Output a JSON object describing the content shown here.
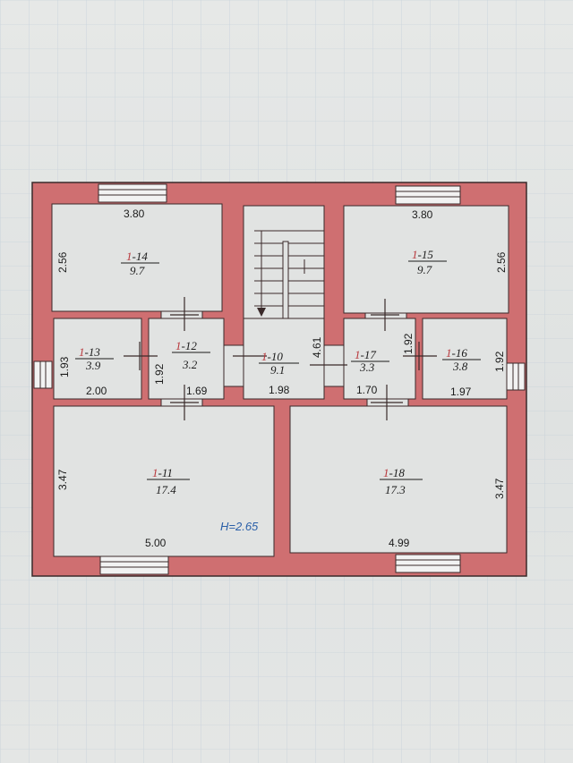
{
  "colors": {
    "wall": "#cf6f71",
    "wall_edge": "#3a2a2a",
    "room_fill": "#e1e3e2",
    "room_number": "#b8373c",
    "text": "#1b1b1b",
    "height_label": "#2a5fa8",
    "window": "#f2f2f2"
  },
  "rooms": [
    {
      "id": "r14",
      "floor": "1",
      "number": "-14",
      "area": "9.7"
    },
    {
      "id": "r15",
      "floor": "1",
      "number": "-15",
      "area": "9.7"
    },
    {
      "id": "r13",
      "floor": "1",
      "number": "-13",
      "area": "3.9"
    },
    {
      "id": "r12",
      "floor": "1",
      "number": "-12",
      "area": "3.2"
    },
    {
      "id": "r10",
      "floor": "1",
      "number": "-10",
      "area": "9.1"
    },
    {
      "id": "r17",
      "floor": "1",
      "number": "-17",
      "area": "3.3"
    },
    {
      "id": "r16",
      "floor": "1",
      "number": "-16",
      "area": "3.8"
    },
    {
      "id": "r11",
      "floor": "1",
      "number": "-11",
      "area": "17.4"
    },
    {
      "id": "r18",
      "floor": "1",
      "number": "-18",
      "area": "17.3"
    }
  ],
  "dimensions": {
    "r14_width": "3.80",
    "r14_height": "2.56",
    "r15_width": "3.80",
    "r15_height": "2.56",
    "r13_width": "2.00",
    "r13_height": "1.93",
    "r12_width": "1.69",
    "r12_height": "1.92",
    "r10_width": "1.98",
    "r10_height": "4.61",
    "r17_width": "1.70",
    "r17_height": "1.92",
    "r16_width": "1.97",
    "r16_height": "1.92",
    "r11_width": "5.00",
    "r11_height": "3.47",
    "r18_width": "4.99",
    "r18_height": "3.47"
  },
  "ceiling_height": "H=2.65"
}
